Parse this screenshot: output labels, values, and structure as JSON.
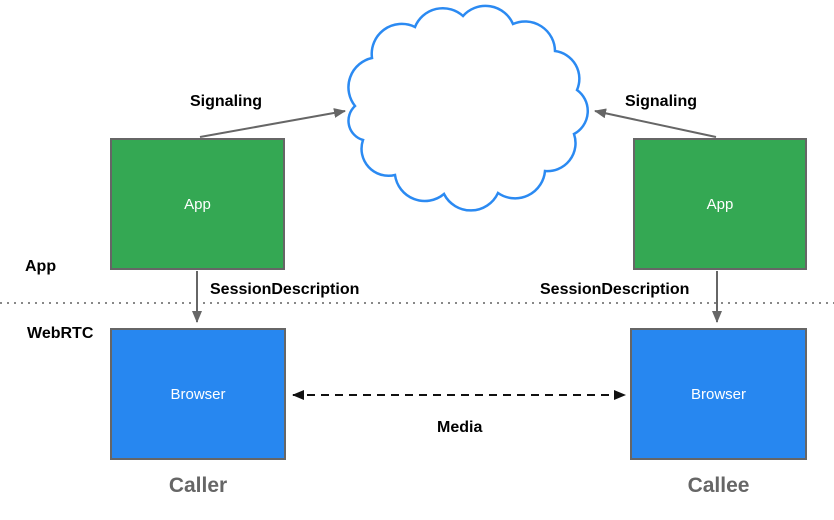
{
  "layers": {
    "app": "App",
    "webrtc": "WebRTC"
  },
  "nodes": {
    "caller_app": "App",
    "callee_app": "App",
    "caller_browser": "Browser",
    "callee_browser": "Browser"
  },
  "endpoints": {
    "caller": "Caller",
    "callee": "Callee"
  },
  "edges": {
    "signaling_left": "Signaling",
    "signaling_right": "Signaling",
    "session_description_left": "SessionDescription",
    "session_description_right": "SessionDescription",
    "media": "Media"
  },
  "icons": {
    "cloud": "network-cloud-icon"
  },
  "colors": {
    "cloud_stroke": "#2b8af2",
    "app_box_fill": "#34a853",
    "browser_box_fill": "#2787f0",
    "box_border": "#666666",
    "arrow": "#666666",
    "media_arrow": "#111111",
    "divider": "#888888",
    "endpoint_label": "#666666",
    "label_text": "#000000",
    "box_text": "#ffffff"
  }
}
